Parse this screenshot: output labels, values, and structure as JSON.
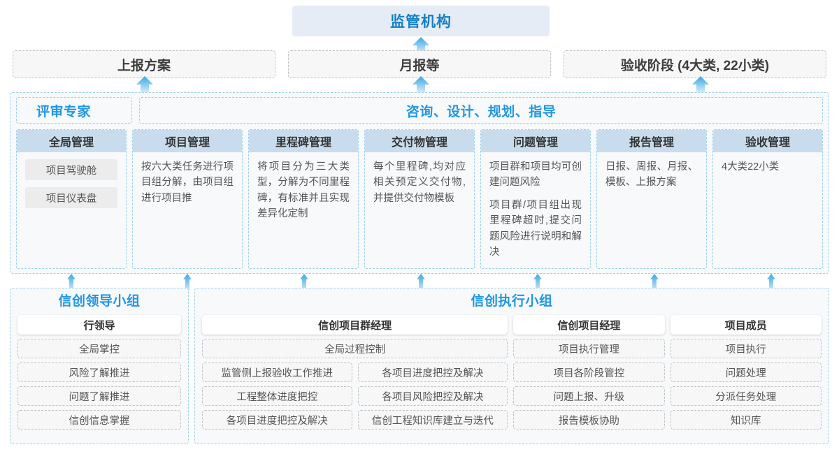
{
  "top": {
    "banner": "监管机构",
    "outputs": [
      "上报方案",
      "月报等",
      "验收阶段 (4大类, 22小类)"
    ]
  },
  "middle": {
    "headers": {
      "expert": "评审专家",
      "consult": "咨询、设计、规划、指导"
    },
    "columns": [
      {
        "title": "全局管理",
        "chips": [
          "项目驾驶舱",
          "项目仪表盘"
        ],
        "paras": []
      },
      {
        "title": "项目管理",
        "chips": [],
        "paras": [
          "按六大类任务进行项目组分解，由项目组进行项目推"
        ]
      },
      {
        "title": "里程碑管理",
        "chips": [],
        "paras": [
          "将项目分为三大类型，分解为不同里程碑，有标准并且实现差异化定制"
        ]
      },
      {
        "title": "交付物管理",
        "chips": [],
        "paras": [
          "每个里程碑,均对应相关预定义交付物,并提供交付物模板"
        ]
      },
      {
        "title": "问题管理",
        "chips": [],
        "paras": [
          "项目群和项目均可创建问题风险",
          "项目群/项目组出现里程碑超时,提交问题风险进行说明和解决"
        ]
      },
      {
        "title": "报告管理",
        "chips": [],
        "paras": [
          "日报、周报、月报、模板、上报方案"
        ]
      },
      {
        "title": "验收管理",
        "chips": [],
        "paras": [
          "4大类22小类"
        ]
      }
    ]
  },
  "bottom": {
    "leader_group": {
      "title": "信创领导小组",
      "role": "行领导",
      "items": [
        "全局掌控",
        "风险了解推进",
        "问题了解推进",
        "信创信息掌握"
      ]
    },
    "exec_group": {
      "title": "信创执行小组",
      "program_manager": {
        "role": "信创项目群经理",
        "full_width_item": "全局过程控制",
        "left_items": [
          "监管侧上报验收工作推进",
          "工程整体进度把控",
          "各项目进度把控及解决"
        ],
        "right_items": [
          "各项目进度把控及解决",
          "各项目风险把控及解决",
          "信创工程知识库建立与迭代"
        ]
      },
      "project_manager": {
        "role": "信创项目经理",
        "items": [
          "项目执行管理",
          "项目各阶段管控",
          "问题上报、升级",
          "报告模板协助"
        ]
      },
      "member": {
        "role": "项目成员",
        "items": [
          "项目执行",
          "问题处理",
          "分派任务处理",
          "知识库"
        ]
      }
    }
  },
  "colors": {
    "brand_blue": "#2196e3",
    "banner_bg": "#e6ecf5",
    "col_head_bg": "#c9dced",
    "dashed_blue": "#9cd0ee",
    "dashed_grey": "#c2c2c2",
    "arrow_top": "#3ba7e0",
    "arrow_bottom": "#cfe8f8"
  },
  "icons": {
    "arrow_up": "arrow-up-icon"
  }
}
